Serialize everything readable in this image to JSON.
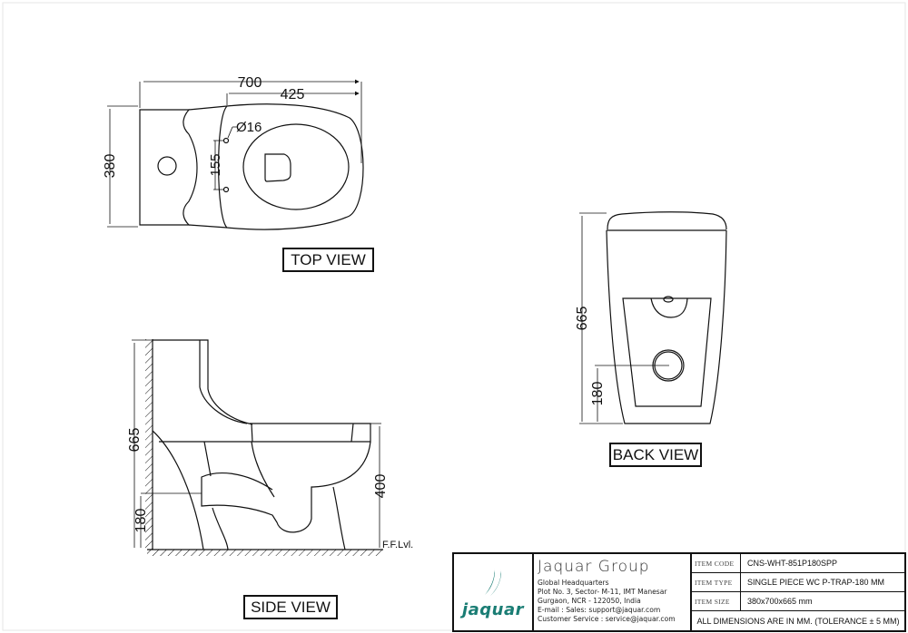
{
  "drawing": {
    "top_view": {
      "label": "TOP VIEW",
      "dimensions": {
        "overall_length": "700",
        "pan_length": "425",
        "width": "380",
        "hole_diameter": "Ø16",
        "hole_spacing": "155"
      }
    },
    "side_view": {
      "label": "SIDE VIEW",
      "dimensions": {
        "overall_height": "665",
        "outlet_height": "180",
        "rim_height": "400",
        "floor_level": "F.F.Lvl."
      }
    },
    "back_view": {
      "label": "BACK VIEW",
      "dimensions": {
        "overall_height": "665",
        "outlet_height": "180"
      }
    }
  },
  "title_block": {
    "logo_text": "jaquar",
    "company_name": "Jaquar Group",
    "address_lines": [
      "Global Headquarters",
      "Plot No. 3, Sector- M-11, IMT Manesar",
      "Gurgaon, NCR - 122050, India",
      "E-mail : Sales: support@jaquar.com",
      "Customer Service : service@jaquar.com"
    ],
    "specs": [
      {
        "key": "ITEM CODE",
        "value": "CNS-WHT-851P180SPP"
      },
      {
        "key": "ITEM TYPE",
        "value": "SINGLE PIECE WC P-TRAP-180 MM"
      },
      {
        "key": "ITEM SIZE",
        "value": "380x700x665 mm"
      }
    ],
    "note": "ALL DIMENSIONS ARE IN MM. (TOLERANCE ± 5 MM)"
  },
  "colors": {
    "line": "#111111",
    "brand": "#1a7d74"
  }
}
